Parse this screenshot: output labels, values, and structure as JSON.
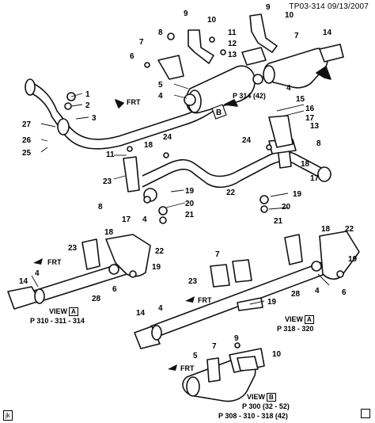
{
  "header": {
    "code": "TP03-314",
    "date": "09/13/2007"
  },
  "corner_tag": "jk",
  "frt_label": "FRT",
  "view_word": "VIEW",
  "view_a_letter": "A",
  "view_b_letter": "B",
  "refs": {
    "top_view_b": "P 314 (42)",
    "view_a_left": "P 310 - 311 - 314",
    "view_a_right": "P 318 - 320",
    "view_b_1": "P 300 (32 - 52)",
    "view_b_2": "P 308 - 310 - 318 (42)"
  },
  "callouts": {
    "top": [
      "9",
      "9",
      "10",
      "10",
      "11",
      "12",
      "13",
      "14",
      "7",
      "7",
      "6",
      "8",
      "5",
      "4",
      "4",
      "1",
      "2",
      "3",
      "27",
      "26",
      "25",
      "15",
      "16",
      "17",
      "13",
      "24",
      "18",
      "11",
      "23",
      "8",
      "17",
      "4",
      "19",
      "20",
      "21",
      "22",
      "24",
      "8",
      "18",
      "17",
      "19",
      "20",
      "21"
    ],
    "mid": [
      "4",
      "23",
      "18",
      "22",
      "19",
      "6",
      "14",
      "28",
      "23",
      "7",
      "18",
      "22",
      "19",
      "6",
      "4",
      "28",
      "19"
    ],
    "bottom": [
      "14",
      "4",
      "5",
      "7",
      "9",
      "10"
    ]
  }
}
